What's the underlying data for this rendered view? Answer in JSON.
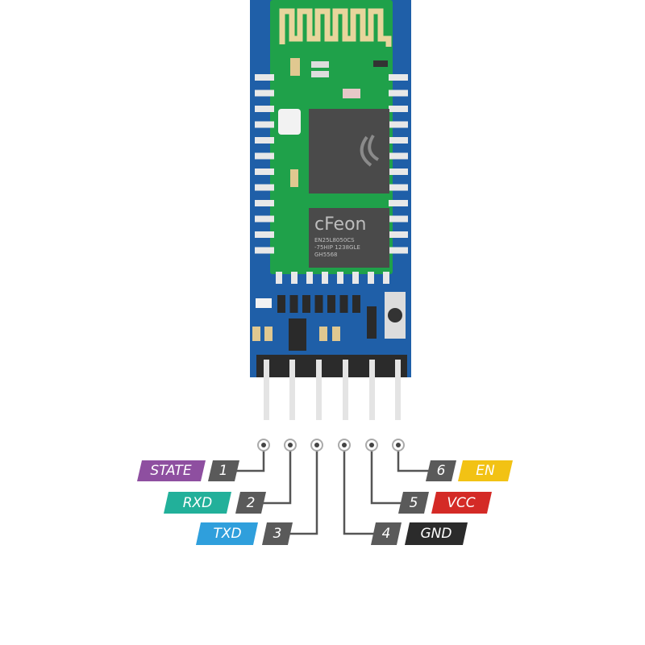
{
  "module": {
    "flash_chip_brand": "cFeon",
    "flash_chip_code_line1": "EN25L8050CS",
    "flash_chip_code_line2": "-75HIP 1238GLE",
    "flash_chip_code_line3": "GH5568"
  },
  "pins": [
    {
      "number": "1",
      "name": "STATE",
      "color": "#8e4fa0"
    },
    {
      "number": "2",
      "name": "RXD",
      "color": "#22b09a"
    },
    {
      "number": "3",
      "name": "TXD",
      "color": "#2f9fdc"
    },
    {
      "number": "4",
      "name": "GND",
      "color": "#2b2b2b"
    },
    {
      "number": "5",
      "name": "VCC",
      "color": "#d42a26"
    },
    {
      "number": "6",
      "name": "EN",
      "color": "#f2c214"
    }
  ],
  "colors": {
    "board": "#1f5fa8",
    "module": "#1fa14a",
    "antenna": "#e8d59c",
    "chip": "#4a4a4a",
    "number_box": "#5a5a5a"
  }
}
